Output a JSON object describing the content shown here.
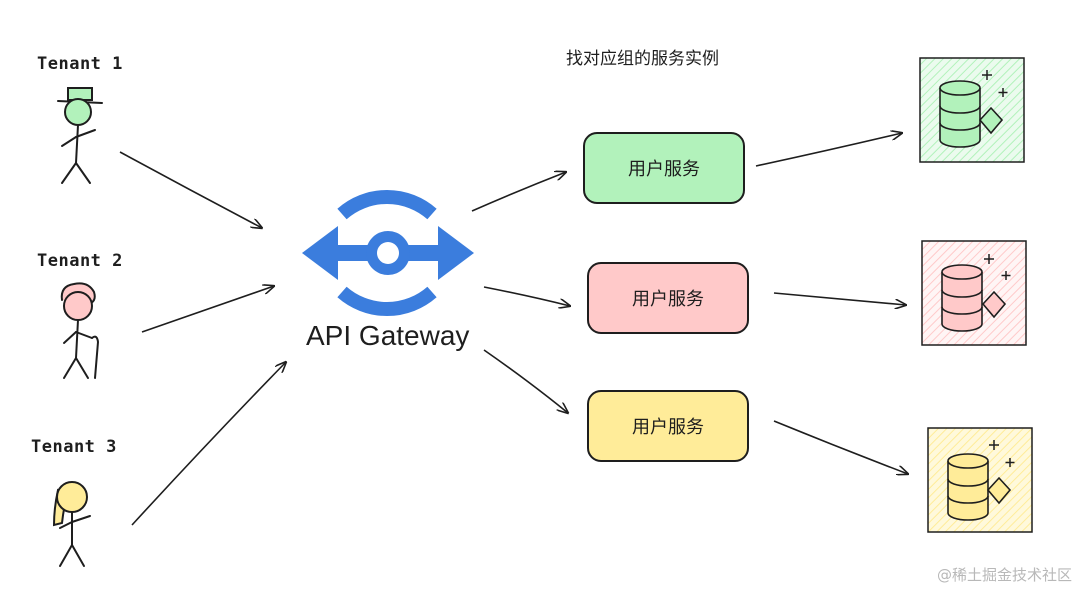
{
  "tenants": [
    {
      "label": "Tenant 1",
      "color": "#b2f2bb"
    },
    {
      "label": "Tenant 2",
      "color": "#ffc9c9"
    },
    {
      "label": "Tenant 3",
      "color": "#ffec99"
    }
  ],
  "gateway": {
    "label": "API Gateway",
    "icon": "api-gateway-icon",
    "color": "#3b7ddd"
  },
  "header": {
    "label": "找对应组的服务实例"
  },
  "services": [
    {
      "label": "用户服务",
      "fill": "#b2f2bb"
    },
    {
      "label": "用户服务",
      "fill": "#ffc9c9"
    },
    {
      "label": "用户服务",
      "fill": "#ffec99"
    }
  ],
  "databases": [
    {
      "icon": "database-icon",
      "fill": "#b2f2bb"
    },
    {
      "icon": "database-icon",
      "fill": "#ffc9c9"
    },
    {
      "icon": "database-icon",
      "fill": "#ffec99"
    }
  ],
  "watermark": {
    "text": "@稀土掘金技术社区"
  }
}
